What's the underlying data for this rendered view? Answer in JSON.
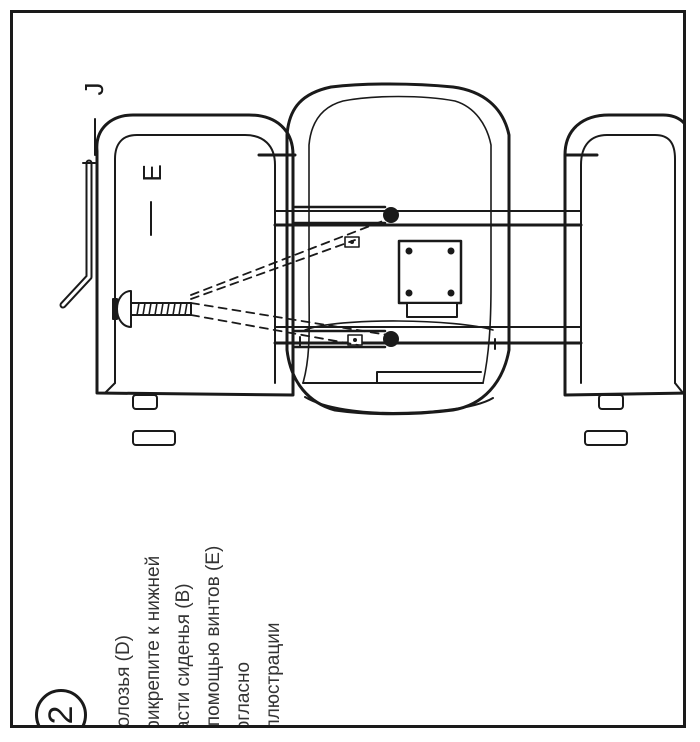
{
  "step": {
    "number": "2",
    "instruction_lines": [
      "Полозья (D)",
      "прикрепите к нижней",
      "части сиденья (B)",
      "с помощью винтов (E)",
      "согласно",
      "иллюстрации"
    ]
  },
  "illustration": {
    "label_screw": "E",
    "label_key": "J"
  },
  "colors": {
    "ink": "#1a1a1a",
    "text": "#333333",
    "background": "#ffffff"
  }
}
